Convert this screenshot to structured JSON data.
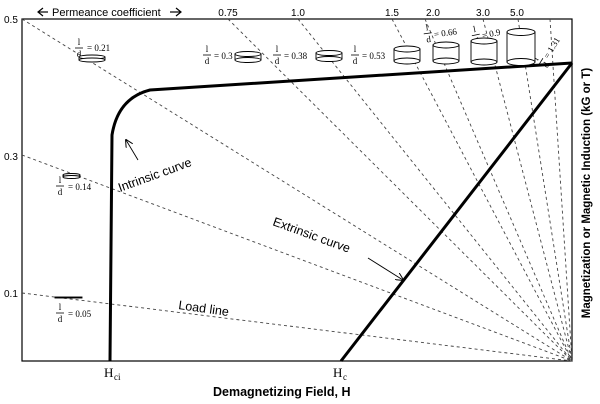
{
  "header": {
    "permeance_label": "Permeance coefficient",
    "permeance_ticks": [
      "0.75",
      "1.0",
      "1.5",
      "2.0",
      "3.0",
      "5.0"
    ]
  },
  "left_axis": {
    "ticks": [
      "0.5",
      "0.3",
      "0.1"
    ]
  },
  "magnet_ratios": [
    {
      "num": "l",
      "den": "d",
      "value": "= 0.21"
    },
    {
      "num": "l",
      "den": "d",
      "value": "= 0.14"
    },
    {
      "num": "l",
      "den": "d",
      "value": "= 0.05"
    },
    {
      "num": "l",
      "den": "d",
      "value": "= 0.3"
    },
    {
      "num": "l",
      "den": "d",
      "value": "= 0.38"
    },
    {
      "num": "l",
      "den": "d",
      "value": "= 0.53"
    },
    {
      "num": "l",
      "den": "d",
      "value": "= 0.66"
    },
    {
      "num": "l",
      "den": "d",
      "value": "= 0.9"
    },
    {
      "num": "l",
      "den": "d",
      "value": "= 1.31"
    }
  ],
  "annotations": {
    "intrinsic": "Intrinsic curve",
    "extrinsic": "Extrinsic curve",
    "load_line": "Load line"
  },
  "x_axis": {
    "hci_main": "H",
    "hci_sub": "ci",
    "hc_main": "H",
    "hc_sub": "c",
    "label": "Demagnetizing Field, H"
  },
  "y_axis": {
    "label": "Magnetization or Magnetic Induction (kG or T)"
  },
  "colors": {
    "line": "#000000",
    "background": "#ffffff",
    "dashed": "#333333"
  }
}
